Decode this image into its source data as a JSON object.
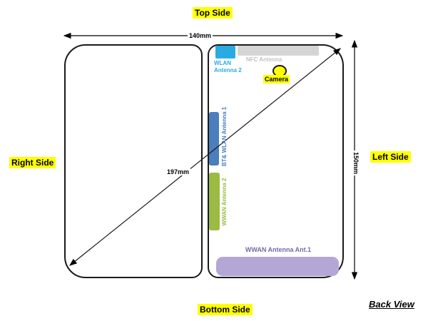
{
  "view_label": "Back View",
  "side_labels": {
    "top": "Top Side",
    "right": "Right Side",
    "left": "Left Side",
    "bottom": "Bottom Side"
  },
  "dimensions": {
    "width": "140mm",
    "height": "150mm",
    "diagonal": "197mm"
  },
  "antennas": {
    "wlan2": {
      "label": "WLAN Antenna 2",
      "line1": "WLAN",
      "line2": "Antenna 2",
      "color": "#29abe2"
    },
    "nfc": {
      "label": "NFC Antenna",
      "fill": "#d5d5d5",
      "text_color": "#c2c2c2"
    },
    "camera": {
      "label": "Camera",
      "fill": "#ffff00"
    },
    "bt_wlan1": {
      "label": "BT& WLAN Antenna 1",
      "color": "#4a7ebc"
    },
    "wwan2": {
      "label": "WWAN Antenna 2",
      "color": "#9bbb45"
    },
    "wwan1": {
      "label": "WWAN Antenna Ant.1",
      "fill": "#b4a7d6",
      "text_color": "#7768a8"
    }
  },
  "colors": {
    "highlight": "#ffff00",
    "outline": "#1a1a1a",
    "background": "#ffffff"
  }
}
